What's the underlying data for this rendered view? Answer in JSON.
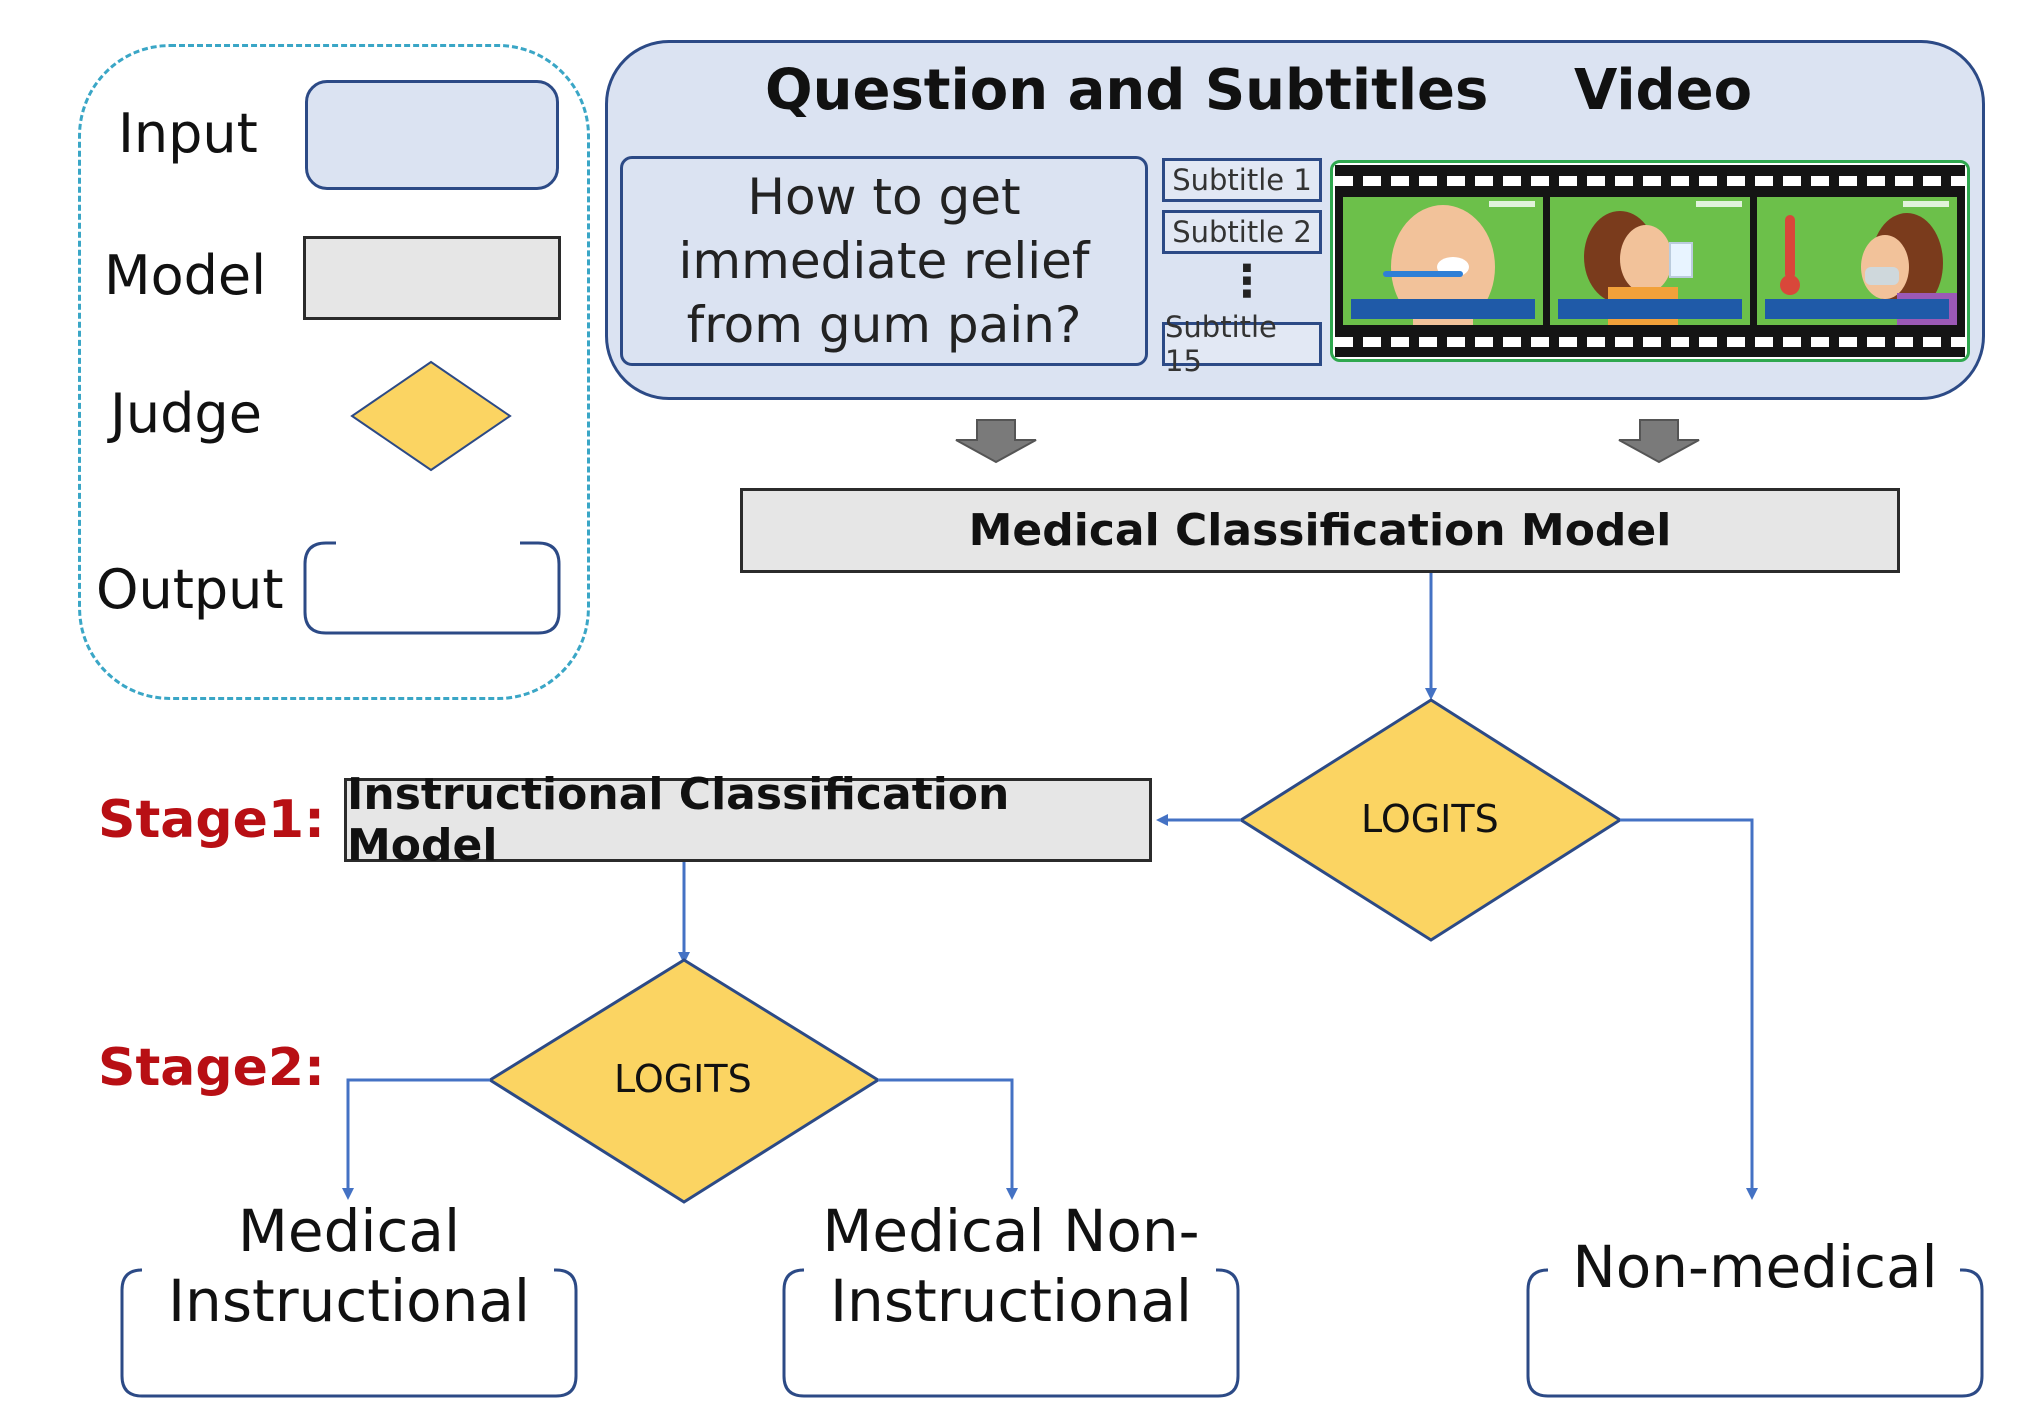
{
  "legend": {
    "input_label": "Input",
    "model_label": "Model",
    "judge_label": "Judge",
    "output_label": "Output"
  },
  "input_panel": {
    "question_title": "Question and Subtitles",
    "video_title": "Video",
    "question_text": "How to get immediate relief from gum pain?",
    "subtitles": [
      "Subtitle 1",
      "Subtitle 2",
      "Subtitle 15"
    ],
    "ellipsis": "⋮"
  },
  "models": {
    "medical": "Medical Classification Model",
    "instructional": "Instructional Classification Model"
  },
  "decisions": {
    "judge1": "LOGITS",
    "judge2": "LOGITS"
  },
  "stages": {
    "stage1": "Stage1:",
    "stage2": "Stage2:"
  },
  "outputs": {
    "medical_instructional": [
      "Medical",
      "Instructional"
    ],
    "medical_non_instructional": [
      "Medical Non-",
      "Instructional"
    ],
    "non_medical": "Non-medical"
  },
  "colors": {
    "input_fill": "#dbe3f2",
    "input_border": "#2c4a86",
    "model_fill": "#e6e6e6",
    "judge_fill": "#fbd462",
    "arrow": "#4472c4",
    "stage": "#b80f14",
    "legend_border": "#3aa6c6"
  }
}
